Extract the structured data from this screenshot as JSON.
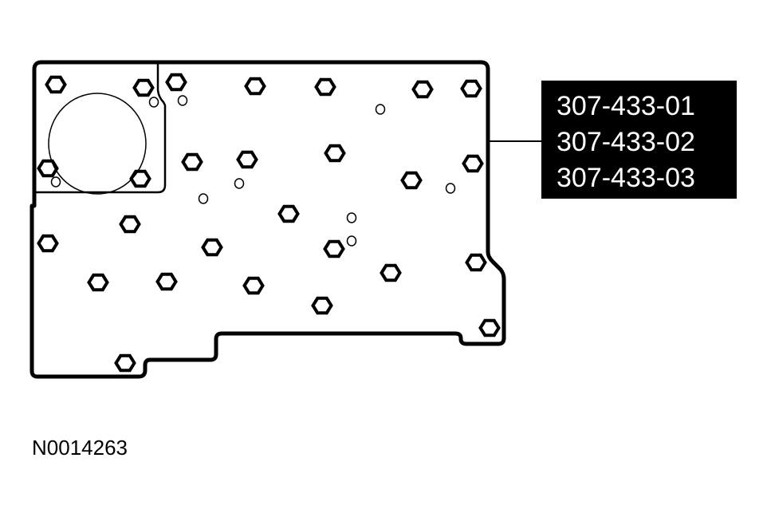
{
  "callout": {
    "part_numbers": [
      "307-433-01",
      "307-433-02",
      "307-433-03"
    ]
  },
  "figure_id": "N0014263",
  "colors": {
    "line": "#000000",
    "callout_bg": "#000000",
    "callout_text": "#ffffff"
  }
}
